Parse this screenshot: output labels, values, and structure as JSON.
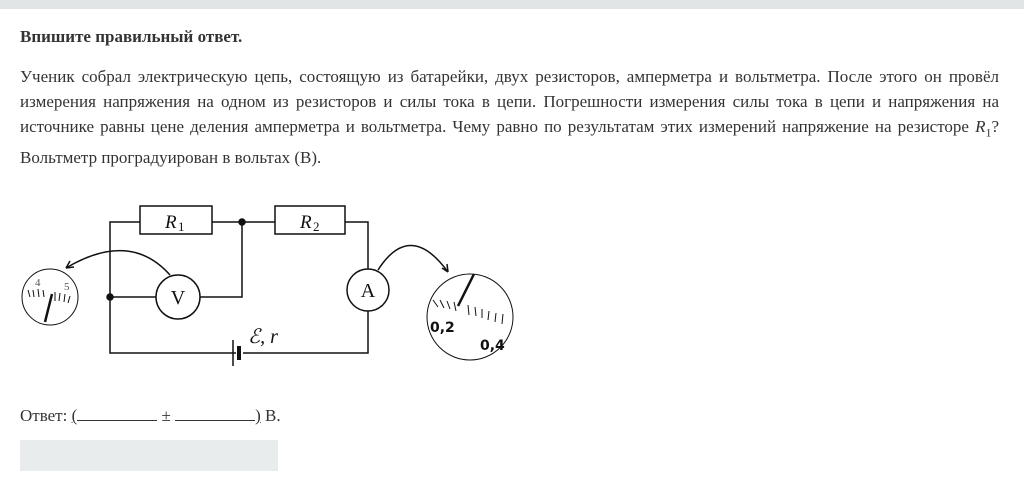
{
  "instruction": "Впишите правильный ответ.",
  "task": {
    "before": "Ученик собрал электрическую цепь, состоящую из батарейки, двух резисторов, амперметра и вольтметра. После этого он провёл измерения напряжения на одном из резисторов и силы тока в цепи. Погрешности измерения силы тока в цепи и напряжения на источнике равны цене деления амперметра и вольтметра. Чему равно по результатам этих измерений напряжение на резисторе ",
    "var": "R",
    "sub": "1",
    "after": "? Вольтметр проградуирован в вольтах (В)."
  },
  "figure": {
    "r1": "R",
    "r1_sub": "1",
    "r2": "R",
    "r2_sub": "2",
    "voltmeter": "V",
    "ammeter": "A",
    "source": "ℰ, r",
    "v_scale": [
      "4",
      "5"
    ],
    "a_scale": [
      "0,2",
      "0,4"
    ]
  },
  "answer": {
    "label": "Ответ:",
    "open": "(",
    "pm": "±",
    "close": ")",
    "unit": "В."
  }
}
